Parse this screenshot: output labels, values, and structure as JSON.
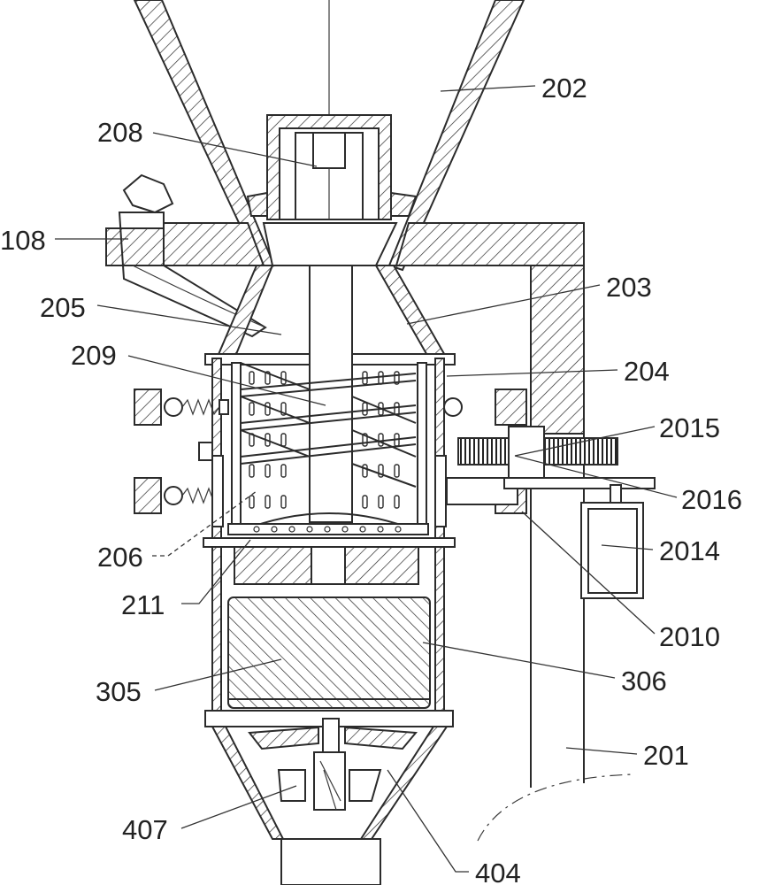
{
  "labels": [
    {
      "id": "l202",
      "text": "202"
    },
    {
      "id": "l208",
      "text": "208"
    },
    {
      "id": "l108",
      "text": "108"
    },
    {
      "id": "l205",
      "text": "205"
    },
    {
      "id": "l203",
      "text": "203"
    },
    {
      "id": "l209",
      "text": "209"
    },
    {
      "id": "l204",
      "text": "204"
    },
    {
      "id": "l2015",
      "text": "2015"
    },
    {
      "id": "l2016",
      "text": "2016"
    },
    {
      "id": "l206",
      "text": "206"
    },
    {
      "id": "l2014",
      "text": "2014"
    },
    {
      "id": "l211",
      "text": "211"
    },
    {
      "id": "l2010",
      "text": "2010"
    },
    {
      "id": "l306",
      "text": "306"
    },
    {
      "id": "l305",
      "text": "305"
    },
    {
      "id": "l201",
      "text": "201"
    },
    {
      "id": "l407",
      "text": "407"
    },
    {
      "id": "l404",
      "text": "404"
    }
  ]
}
